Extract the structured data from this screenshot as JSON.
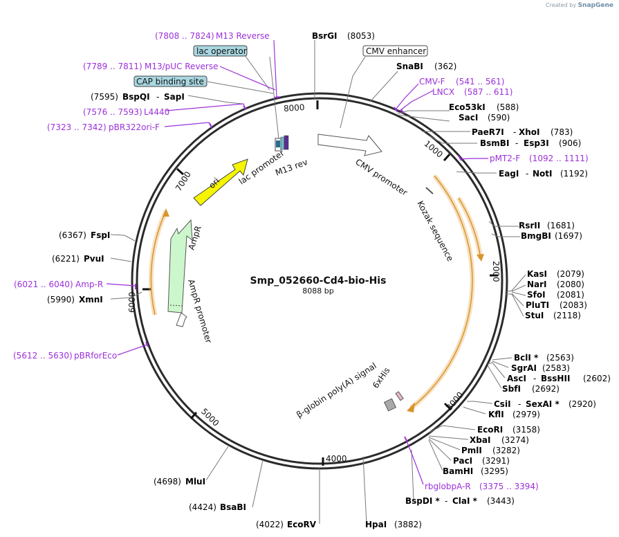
{
  "watermark": {
    "created_by": "Created by",
    "brand": "SnapGene"
  },
  "plasmid": {
    "name": "Smp_052660-Cd4-bio-His",
    "length": "8088 bp",
    "total_bp": 8088
  },
  "colors": {
    "enzyme_text": "#000000",
    "primer": "#9b30d9",
    "backbone": "#2b2b2b",
    "orf_outline": "#e7a64a",
    "ori": "#f5f500",
    "ampr": "#ccf7cc",
    "lac_box": "#a9d7e1",
    "white_box": "#ffffff"
  },
  "tick_labels": [
    "8000",
    "1000",
    "2000",
    "3000",
    "4000",
    "5000",
    "6000",
    "7000"
  ],
  "enzymes": [
    {
      "name": "BsrGI",
      "pos": "(8053)"
    },
    {
      "name": "SnaBI",
      "pos": "(362)"
    },
    {
      "name": "Eco53kI",
      "pos": "(588)"
    },
    {
      "name": "SacI",
      "pos": "(590)"
    },
    {
      "name": "PaeR7I",
      "name2": "XhoI",
      "pos": "(783)"
    },
    {
      "name": "BsmBI",
      "name2": "Esp3I",
      "pos": "(906)"
    },
    {
      "name": "EagI",
      "name2": "NotI",
      "pos": "(1192)"
    },
    {
      "name": "RsrII",
      "pos": "(1681)"
    },
    {
      "name": "BmgBI",
      "pos": "(1697)"
    },
    {
      "name": "KasI",
      "pos": "(2079)"
    },
    {
      "name": "NarI",
      "pos": "(2080)"
    },
    {
      "name": "SfoI",
      "pos": "(2081)"
    },
    {
      "name": "PluTI",
      "pos": "(2083)"
    },
    {
      "name": "StuI",
      "pos": "(2118)"
    },
    {
      "name": "BclI *",
      "pos": "(2563)"
    },
    {
      "name": "SgrAI",
      "pos": "(2583)"
    },
    {
      "name": "AscI",
      "name2": "BssHII",
      "pos": "(2602)"
    },
    {
      "name": "SbfI",
      "pos": "(2692)"
    },
    {
      "name": "CsiI",
      "name2": "SexAI *",
      "pos": "(2920)"
    },
    {
      "name": "KflI",
      "pos": "(2979)"
    },
    {
      "name": "EcoRI",
      "pos": "(3158)"
    },
    {
      "name": "XbaI",
      "pos": "(3274)"
    },
    {
      "name": "PmlI",
      "pos": "(3282)"
    },
    {
      "name": "PacI",
      "pos": "(3291)"
    },
    {
      "name": "BamHI",
      "pos": "(3295)"
    },
    {
      "name": "BspDI *",
      "name2": "ClaI *",
      "pos": "(3443)"
    },
    {
      "name": "HpaI",
      "pos": "(3882)"
    },
    {
      "name": "EcoRV",
      "pos": "(4022)"
    },
    {
      "name": "BsaBI",
      "pos": "(4424)"
    },
    {
      "name": "MluI",
      "pos": "(4698)"
    },
    {
      "name": "XmnI",
      "pos": "(5990)"
    },
    {
      "name": "PvuI",
      "pos": "(6221)"
    },
    {
      "name": "FspI",
      "pos": "(6367)"
    },
    {
      "name": "BspQI",
      "name2": "SapI",
      "pos": "(7595)"
    }
  ],
  "primers": [
    {
      "name": "M13 Reverse",
      "pos": "(7808 .. 7824)"
    },
    {
      "name": "M13/pUC Reverse",
      "pos": "(7789 .. 7811)"
    },
    {
      "name": "L4440",
      "pos": "(7576 .. 7593)"
    },
    {
      "name": "pBR322ori-F",
      "pos": "(7323 .. 7342)"
    },
    {
      "name": "CMV-F",
      "pos": "(541 .. 561)"
    },
    {
      "name": "LNCX",
      "pos": "(587 .. 611)"
    },
    {
      "name": "pMT2-F",
      "pos": "(1092 .. 1111)"
    },
    {
      "name": "rbglobpA-R",
      "pos": "(3375 .. 3394)"
    },
    {
      "name": "Amp-R",
      "pos": "(6021 .. 6040)"
    },
    {
      "name": "pBRforEco",
      "pos": "(5612 .. 5630)"
    }
  ],
  "features": [
    {
      "name": "lac operator"
    },
    {
      "name": "CAP binding site"
    },
    {
      "name": "CMV enhancer"
    },
    {
      "name": "CMV promoter"
    },
    {
      "name": "Kozak sequence"
    },
    {
      "name": "6xHis"
    },
    {
      "name": "β-globin poly(A) signal"
    },
    {
      "name": "lac promoter"
    },
    {
      "name": "M13 rev"
    },
    {
      "name": "ori"
    },
    {
      "name": "AmpR"
    },
    {
      "name": "AmpR promoter"
    }
  ]
}
